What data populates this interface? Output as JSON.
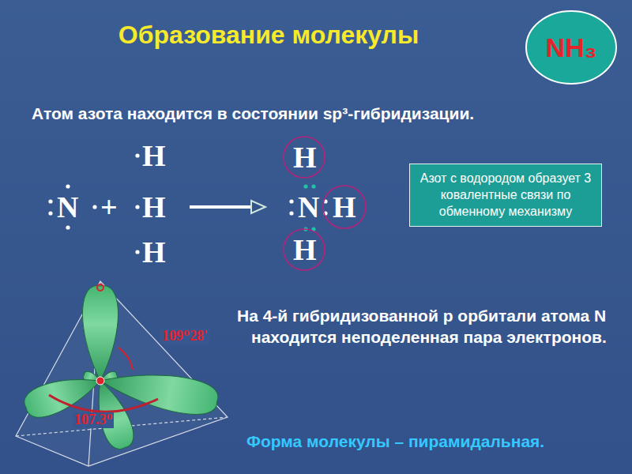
{
  "diagram": {
    "title": "Образование молекулы",
    "nodes": [
      {
        "text": [
          "NH₃"
        ]
      },
      {
        "text": [
          "Азот с водородом образует 3 ковалентные связи по обменному механизму"
        ]
      }
    ],
    "labels": [
      "Атом азота находится в состоянии sp³-гибридизации.",
      "H",
      "N",
      "+",
      "H",
      "H",
      "H",
      "N",
      "H",
      "H",
      "109⁰28'",
      "107.3⁰",
      "На 4-й гибридизованной р орбитали атома N находится неподеленная пара электронов.",
      "Форма молекулы – пирамидальная."
    ]
  }
}
